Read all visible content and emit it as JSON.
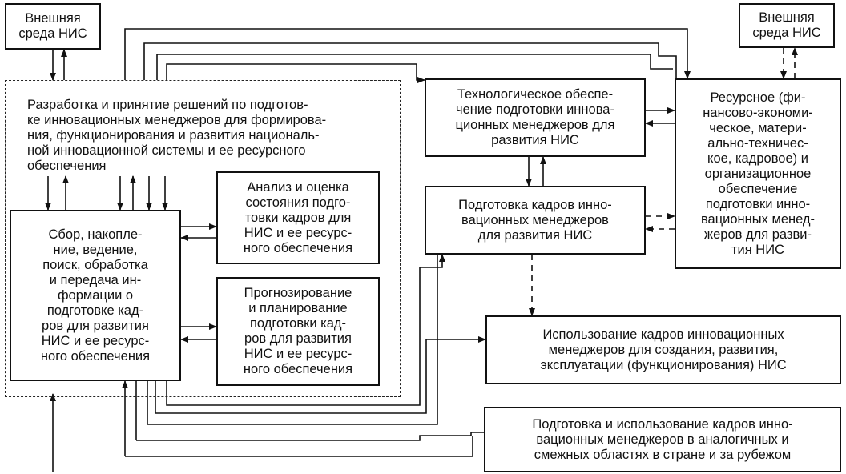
{
  "nodes": {
    "env_left": "Внешняя\nсреда НИС",
    "env_right": "Внешняя\nсреда НИС",
    "decisions": "Разработка и принятие решений по подготов-\nке инновационных менеджеров для формирова-\nния, функционирования и развития националь-\nной инновационной системы и ее ресурсного\nобеспечения",
    "collection": "Сбор, накопле-\nние, ведение,\nпоиск, обработка\nи передача ин-\nформации о\nподготовке кад-\nров для развития\nНИС и ее ресурс-\nного обеспечения",
    "analysis": "Анализ и оценка\nсостояния подго-\nтовки кадров для\nНИС и ее ресурс-\nного обеспечения",
    "forecasting": "Прогнозирование\nи планирование\nподготовки кад-\nров для развития\nНИС и ее ресурс-\nного обеспечения",
    "tech_support": "Технологическое обеспе-\nчение подготовки иннова-\nционных менеджеров для\nразвития НИС",
    "resource_support": "Ресурсное (фи-\nнансово-экономи-\nческое, матери-\nально-техничес-\nкое, кадровое) и\nорганизационное\nобеспечение\nподготовки инно-\nвационных менед-\nжеров для разви-\nтия НИС",
    "personnel_training": "Подготовка кадров инно-\nвационных менеджеров\nдля развития НИС",
    "personnel_use": "Использование кадров инновационных\nменеджеров для создания, развития,\nэксплуатации (функционирования) НИС",
    "analog_use": "Подготовка и использование кадров инно-\nвационных менеджеров в аналогичных и\nсмежных областях в стране и за рубежом"
  },
  "colors": {
    "line": "#111111",
    "background": "#ffffff"
  }
}
